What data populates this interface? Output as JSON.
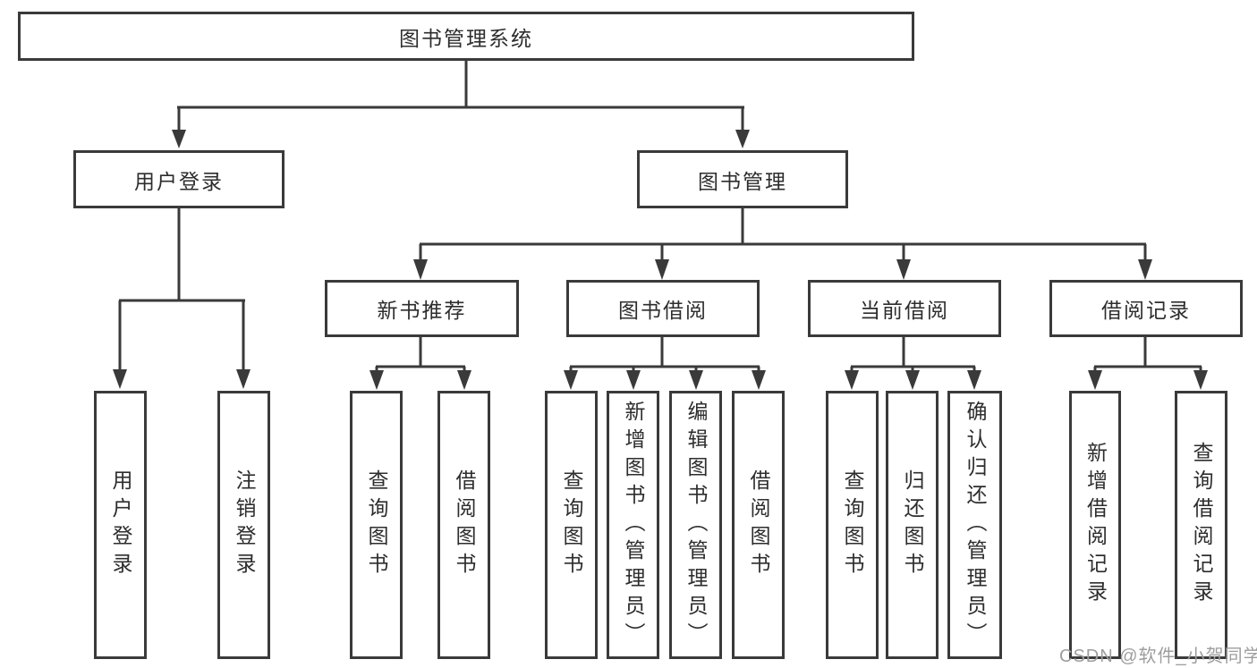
{
  "root": {
    "label": "图书管理系统"
  },
  "level2": {
    "user_login": {
      "label": "用户登录"
    },
    "book_management": {
      "label": "图书管理"
    }
  },
  "level3": {
    "new_book_recommend": {
      "label": "新书推荐"
    },
    "book_borrow": {
      "label": "图书借阅"
    },
    "current_borrow": {
      "label": "当前借阅"
    },
    "borrow_record": {
      "label": "借阅记录"
    }
  },
  "leaves": {
    "user_login": [
      "用户登录",
      "注销登录"
    ],
    "new_book_recommend": [
      "查询图书",
      "借阅图书"
    ],
    "book_borrow": [
      "查询图书",
      "新增图书（管理员）",
      "编辑图书（管理员）",
      "借阅图书"
    ],
    "current_borrow": [
      "查询图书",
      "归还图书",
      "确认归还（管理员）"
    ],
    "borrow_record": [
      "新增借阅记录",
      "查询借阅记录"
    ]
  },
  "watermark": "CSDN @软件_小贺同学",
  "colors": {
    "line": "#3a3a3a",
    "box_border": "#3a3a3a",
    "text": "#2d2d2d",
    "watermark_text": "#9e9e9e",
    "background": "#ffffff"
  }
}
